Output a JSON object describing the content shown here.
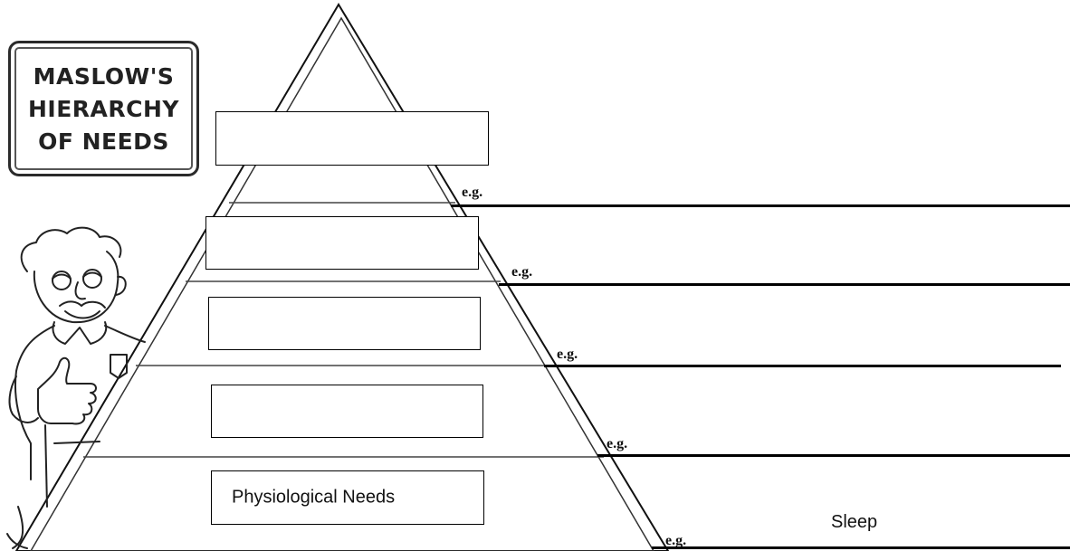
{
  "title": {
    "lines": [
      "MASLOW'S",
      "HIERARCHY",
      "OF NEEDS"
    ]
  },
  "levels": [
    {
      "label": ""
    },
    {
      "label": ""
    },
    {
      "label": ""
    },
    {
      "label": ""
    },
    {
      "label": "Physiological Needs"
    }
  ],
  "examples": [
    {
      "prefix": "e.g.",
      "answer": ""
    },
    {
      "prefix": "e.g.",
      "answer": ""
    },
    {
      "prefix": "e.g.",
      "answer": ""
    },
    {
      "prefix": "e.g.",
      "answer": ""
    },
    {
      "prefix": "e.g.",
      "answer": "Sleep"
    }
  ]
}
